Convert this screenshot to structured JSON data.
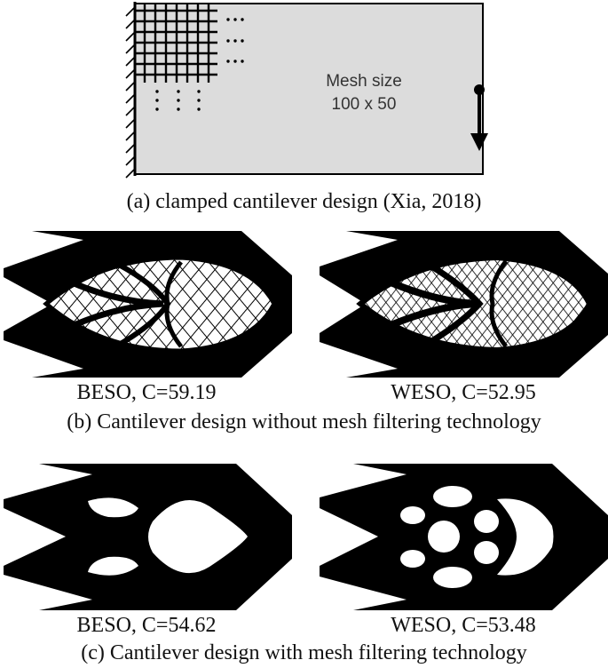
{
  "panel_a": {
    "mesh_label_line1": "Mesh size",
    "mesh_label_line2": "100 x 50",
    "caption": "(a) clamped cantilever design (Xia, 2018)"
  },
  "panel_b": {
    "left_label": "BESO, C=59.19",
    "right_label": "WESO, C=52.95",
    "caption": "(b) Cantilever design without mesh filtering technology"
  },
  "panel_c": {
    "left_label": "BESO, C=54.62",
    "right_label": "WESO, C=53.48",
    "caption": "(c) Cantilever design with mesh filtering technology"
  },
  "colors": {
    "domain_fill": "#dcdcdc",
    "material": "#000000",
    "void": "#ffffff"
  }
}
